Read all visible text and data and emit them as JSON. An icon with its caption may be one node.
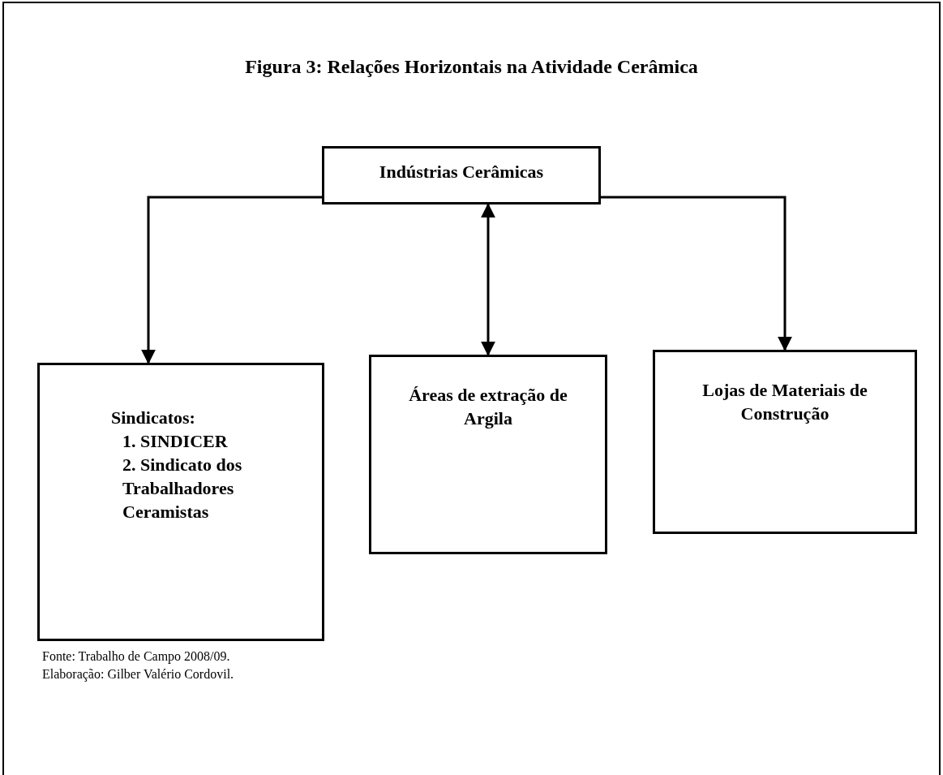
{
  "diagram": {
    "title": "Figura 3: Relações Horizontais na Atividade Cerâmica",
    "nodes": [
      {
        "text": [
          "Indústrias Cerâmicas"
        ]
      },
      {
        "text": [
          "Sindicatos:",
          "1. SINDICER",
          "2. Sindicato dos Trabalhadores Ceramistas"
        ]
      },
      {
        "text": [
          "Áreas de extração de Argila"
        ]
      },
      {
        "text": [
          "Lojas de Materiais de Construção"
        ]
      }
    ],
    "edges": [
      {
        "from": 0,
        "to": 1,
        "arrow": "to"
      },
      {
        "from": 0,
        "to": 2,
        "arrow": "both"
      },
      {
        "from": 0,
        "to": 3,
        "arrow": "to"
      }
    ],
    "labels": [
      "Fonte: Trabalho de Campo 2008/09.",
      "Elaboração: Gilber Valério Cordovil."
    ]
  }
}
